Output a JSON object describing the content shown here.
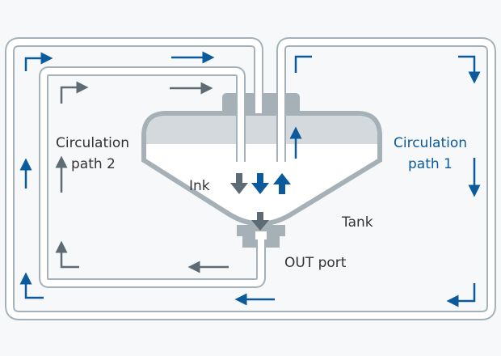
{
  "colors": {
    "background": "#f7f8f9",
    "pipe": "#a6b0b7",
    "tank_top": "#d3d9dd",
    "tank_cap": "#a6b0b7",
    "path1": "#0a5a9c",
    "path2": "#5d6b75",
    "text_dark": "#333333"
  },
  "labels": {
    "circulation_path_2_line1": "Circulation",
    "circulation_path_2_line2": "path 2",
    "circulation_path_1_line1": "Circulation",
    "circulation_path_1_line2": "path 1",
    "ink": "Ink",
    "tank": "Tank",
    "out_port": "OUT port"
  },
  "icons": {
    "flow_arrow": "arrow-icon",
    "corner_arrow": "corner-arrow-icon"
  }
}
